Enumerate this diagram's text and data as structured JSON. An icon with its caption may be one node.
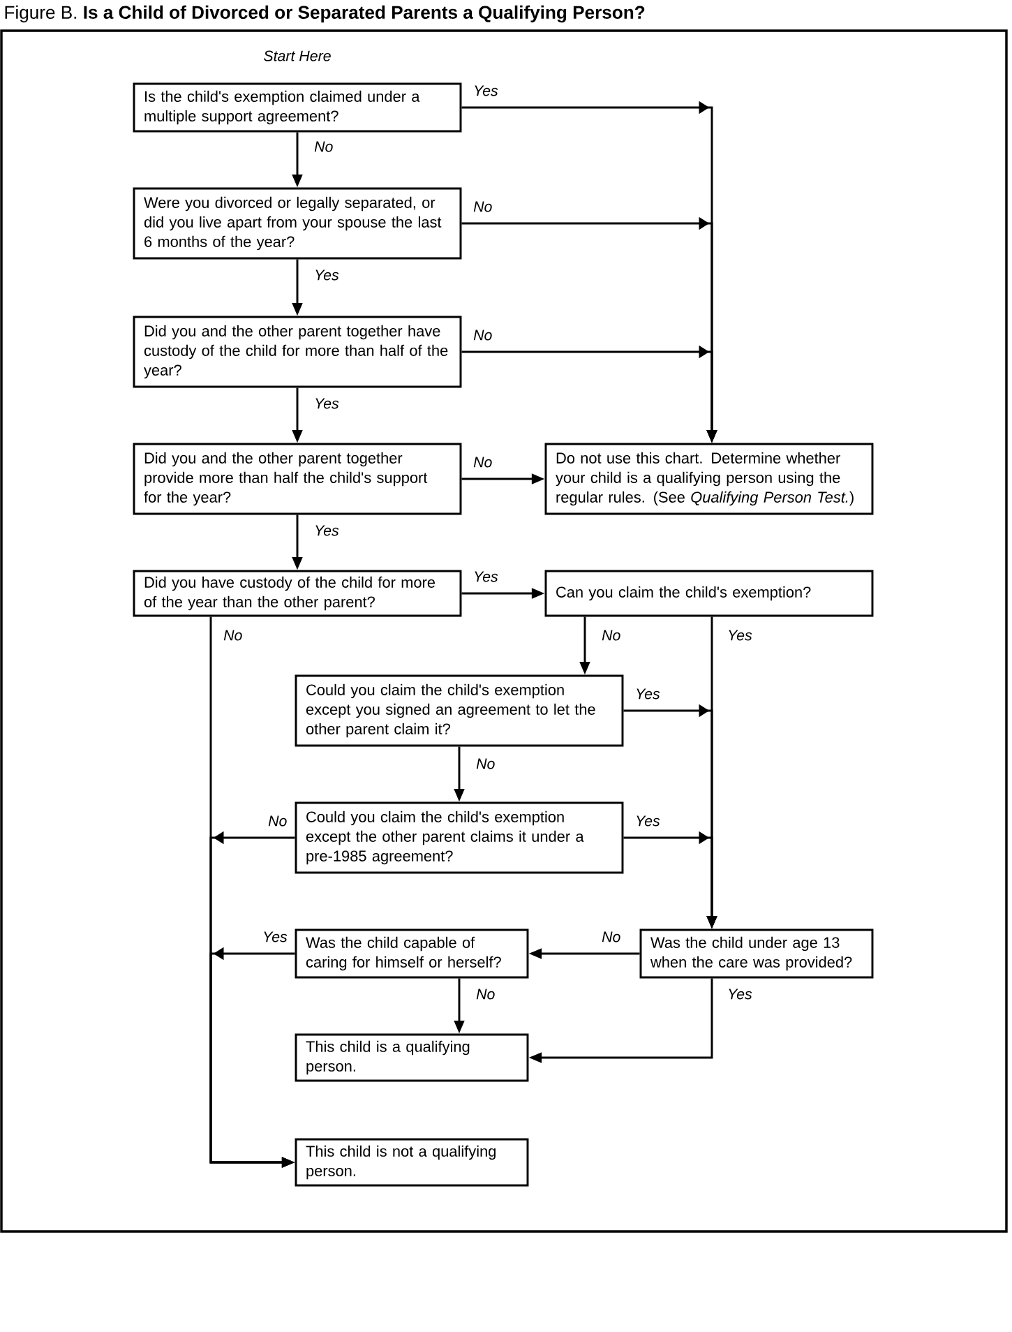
{
  "diagram": {
    "title": "Figure B. **Is a Child of Divorced or Separated Parents a Qualifying Person?**",
    "nodes": [
      {
        "text": [
          "Is the child's exemption claimed under a multiple support agreement?"
        ]
      },
      {
        "text": [
          "Were you divorced or legally separated, or did you live apart from your spouse the last 6 months of the year?"
        ]
      },
      {
        "text": [
          "Did you and the other parent together have custody of the child for more than half of the year?"
        ]
      },
      {
        "text": [
          "Did you and the other parent together provide more than half the child's support for the year?"
        ]
      },
      {
        "text": [
          "Do not use this chart. Determine whether your child is a qualifying person using the regular rules. (See *Qualifying Person Test.*)"
        ]
      },
      {
        "text": [
          "Did you have custody of the child for more of the year than the other parent?"
        ]
      },
      {
        "text": [
          "Can you claim the child's exemption?"
        ]
      },
      {
        "text": [
          "Could you claim the child's exemption except you signed an agreement to let the other parent claim it?"
        ]
      },
      {
        "text": [
          "Could you claim the child's exemption except the other parent claims it under a pre-1985 agreement?"
        ]
      },
      {
        "text": [
          "Was the child capable of caring for himself or herself?"
        ]
      },
      {
        "text": [
          "Was the child under age 13 when the care was provided?"
        ]
      },
      {
        "text": [
          "This child is a qualifying person."
        ]
      },
      {
        "text": [
          "This child is not a qualifying person."
        ]
      }
    ],
    "edges": [
      {
        "from": 0,
        "to": 1,
        "arrow": "to",
        "label": "No"
      },
      {
        "from": 0,
        "to": 4,
        "arrow": "to",
        "label": "Yes"
      },
      {
        "from": 1,
        "to": 2,
        "arrow": "to",
        "label": "Yes"
      },
      {
        "from": 1,
        "to": 4,
        "arrow": "to",
        "label": "No"
      },
      {
        "from": 2,
        "to": 3,
        "arrow": "to",
        "label": "Yes"
      },
      {
        "from": 2,
        "to": 4,
        "arrow": "to",
        "label": "No"
      },
      {
        "from": 3,
        "to": 4,
        "arrow": "to",
        "label": "No"
      },
      {
        "from": 3,
        "to": 5,
        "arrow": "to",
        "label": "Yes"
      },
      {
        "from": 5,
        "to": 6,
        "arrow": "to",
        "label": "Yes"
      },
      {
        "from": 5,
        "to": 12,
        "arrow": "to",
        "label": "No"
      },
      {
        "from": 6,
        "to": 7,
        "arrow": "to",
        "label": "No"
      },
      {
        "from": 6,
        "to": 10,
        "arrow": "to",
        "label": "Yes"
      },
      {
        "from": 7,
        "to": 8,
        "arrow": "to",
        "label": "No"
      },
      {
        "from": 7,
        "to": 10,
        "arrow": "to",
        "label": "Yes"
      },
      {
        "from": 8,
        "to": 12,
        "arrow": "to",
        "label": "No"
      },
      {
        "from": 8,
        "to": 10,
        "arrow": "to",
        "label": "Yes"
      },
      {
        "from": 10,
        "to": 9,
        "arrow": "to",
        "label": "No"
      },
      {
        "from": 9,
        "to": 12,
        "arrow": "to",
        "label": "Yes"
      },
      {
        "from": 9,
        "to": 11,
        "arrow": "to",
        "label": "No"
      },
      {
        "from": 10,
        "to": 11,
        "arrow": "to",
        "label": "Yes"
      }
    ],
    "labels": [
      "Start Here"
    ]
  }
}
